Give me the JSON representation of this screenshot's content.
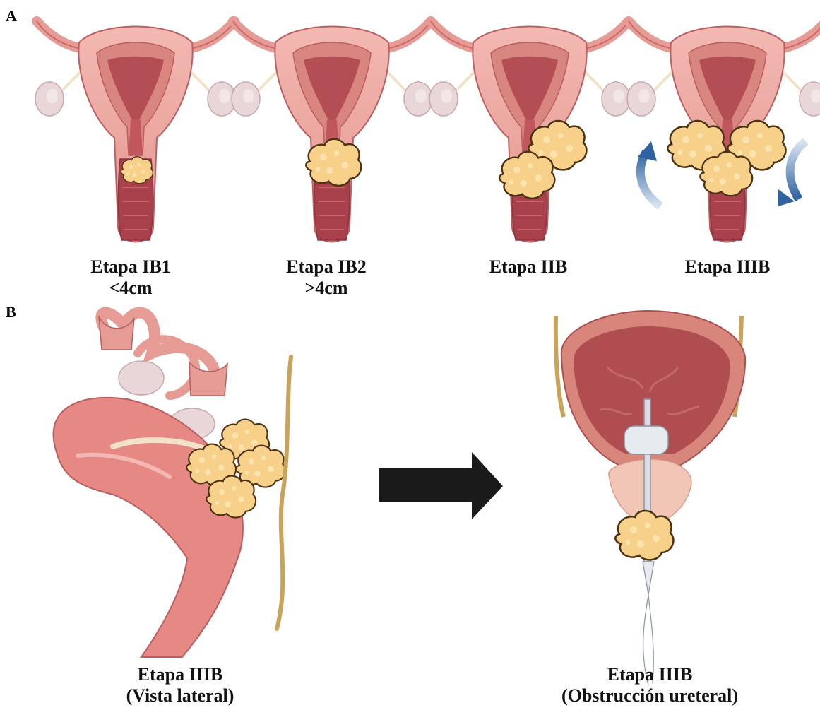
{
  "panel_a": {
    "letter": "A",
    "stages": [
      {
        "title": "Etapa IB1",
        "subtitle": "<4cm"
      },
      {
        "title": "Etapa IB2",
        "subtitle": ">4cm"
      },
      {
        "title": "Etapa IIB",
        "subtitle": ""
      },
      {
        "title": "Etapa IIIB",
        "subtitle": ""
      }
    ]
  },
  "panel_b": {
    "letter": "B",
    "left_caption": {
      "title": "Etapa IIIB",
      "subtitle": "(Vista lateral)"
    },
    "right_caption": {
      "title": "Etapa IIIB",
      "subtitle": "(Obstrucción ureteral)"
    }
  },
  "colors": {
    "uterus_outer": "#e79b95",
    "uterus_inner": "#b34e55",
    "cavity": "#c2565e",
    "tumor_fill": "#f7d08a",
    "tumor_edge": "#4a3314",
    "ovary": "#e8d6d8",
    "tube": "#f1e2c8",
    "ureter": "#c9a35a",
    "arrow_blue": "#3c72a8",
    "big_arrow": "#1a1a1a"
  }
}
